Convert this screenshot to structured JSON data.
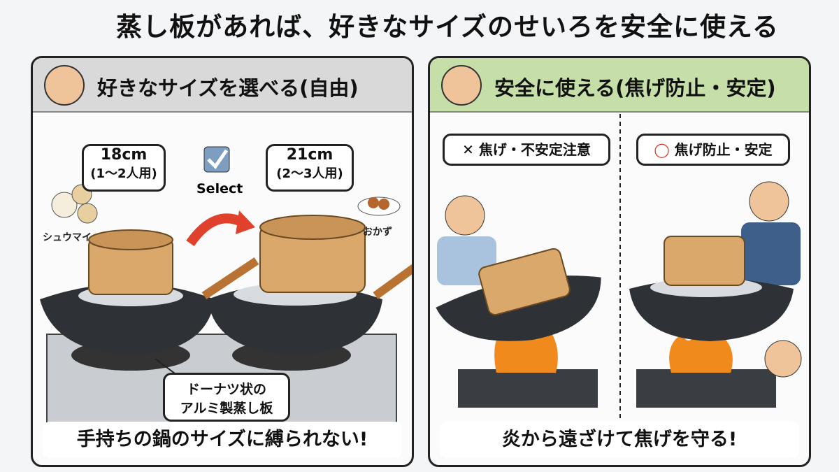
{
  "title": "蒸し板があれば、好きなサイズのせいろを安全に使える",
  "left_panel": {
    "heading": "好きなサイズを選べる(自由)",
    "small_size": "18cm",
    "small_people": "(1〜2人用)",
    "large_size": "21cm",
    "large_people": "(2〜3人用)",
    "select_label": "Select",
    "food_left": "シュウマイ",
    "food_right": "おかず",
    "plate_label_line1": "ドーナツ状の",
    "plate_label_line2": "アルミ製蒸し板",
    "footer": "手持ちの鍋のサイズに縛られない!",
    "header_color": "#d9d9d9"
  },
  "right_panel": {
    "heading": "安全に使える(焦げ防止・安定)",
    "bad_label": "焦げ・不安定注意",
    "bad_icon": "cross-icon",
    "good_label": "焦げ防止・安定",
    "good_icon": "circle-icon",
    "footer": "炎から遠ざけて焦げを守る!",
    "header_color": "#c6dfa9"
  }
}
